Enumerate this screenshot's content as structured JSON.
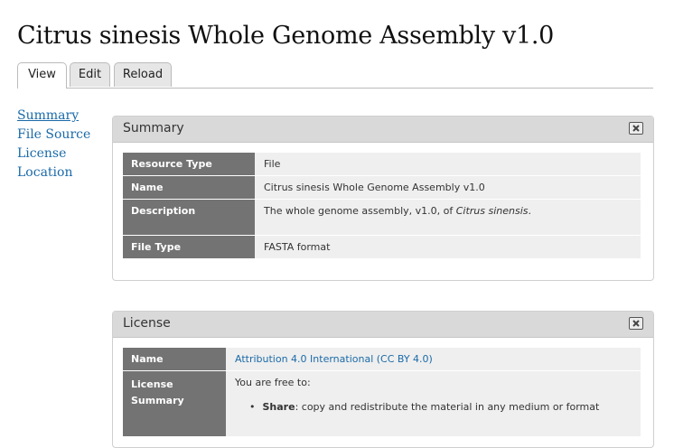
{
  "page": {
    "title": "Citrus sinesis Whole Genome Assembly v1.0"
  },
  "tabs": [
    {
      "label": "View"
    },
    {
      "label": "Edit"
    },
    {
      "label": "Reload"
    }
  ],
  "side_nav": [
    {
      "label": "Summary"
    },
    {
      "label": "File Source"
    },
    {
      "label": "License"
    },
    {
      "label": "Location"
    }
  ],
  "summary_panel": {
    "title": "Summary",
    "rows": [
      {
        "label": "Resource Type",
        "value": "File"
      },
      {
        "label": "Name",
        "value": "Citrus sinesis Whole Genome Assembly v1.0"
      },
      {
        "label": "Description",
        "value_prefix": "The whole genome assembly, v1.0, of ",
        "value_italic": "Citrus sinensis",
        "value_suffix": "."
      },
      {
        "label": "File Type",
        "value": "FASTA format"
      }
    ]
  },
  "license_panel": {
    "title": "License",
    "rows": [
      {
        "label": "Name",
        "value": "Attribution 4.0 International (CC BY 4.0)"
      },
      {
        "label": "License Summary",
        "intro": "You are free to:",
        "bullet_term": "Share",
        "bullet_text": ": copy and redistribute the material in any medium or format"
      }
    ]
  },
  "icons": {
    "close": "close-box-icon",
    "bullet": "bullet-icon"
  }
}
